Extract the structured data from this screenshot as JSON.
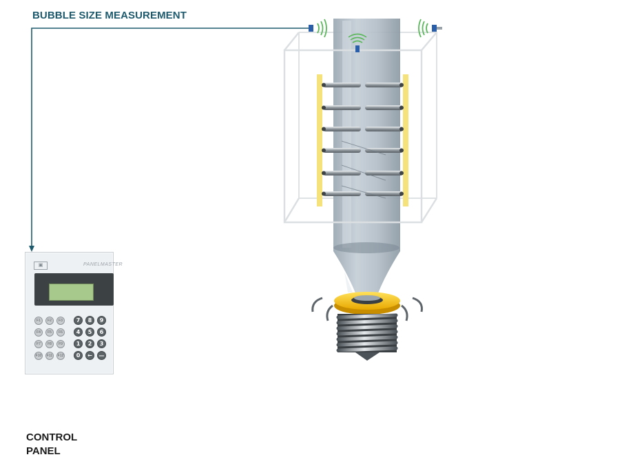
{
  "labels": {
    "measurement_title": "BUBBLE SIZE MEASUREMENT",
    "control_panel_line1": "CONTROL",
    "control_panel_line2": "PANEL"
  },
  "control_panel": {
    "function_keys": [
      "F1",
      "F2",
      "F3",
      "F4",
      "F5",
      "F6",
      "F7",
      "F8",
      "F9",
      "F10",
      "F11",
      "F12"
    ],
    "numeric_keys": [
      "7",
      "8",
      "9",
      "4",
      "5",
      "6",
      "1",
      "2",
      "3",
      "0",
      "←",
      "—"
    ]
  },
  "colors": {
    "title_text": "#1d5a6e",
    "connection_line": "#1d5a6e",
    "sensor_blue": "#2a5ea8",
    "signal_green": "#5cb85c",
    "electrode_yellow": "#f5e27a",
    "ring_yellow": "#f5c518",
    "column_grey": "#a7b3bd"
  }
}
